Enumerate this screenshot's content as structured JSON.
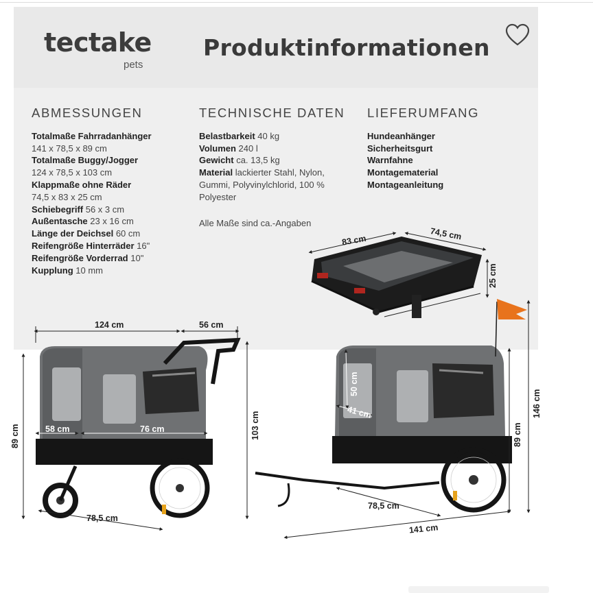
{
  "header": {
    "logo": "tectake",
    "logo_sub": "pets",
    "title": "Produktinformationen",
    "favorite_icon": "heart-outline-icon"
  },
  "columns": {
    "dimensions": {
      "heading": "ABMESSUNGEN",
      "lines": [
        {
          "bold": "Totalmaße Fahrradanhänger",
          "value": ""
        },
        {
          "bold": "",
          "value": "141 x 78,5 x 89 cm"
        },
        {
          "bold": "Totalmaße Buggy/Jogger",
          "value": ""
        },
        {
          "bold": "",
          "value": "124 x 78,5 x 103 cm"
        },
        {
          "bold": "Klappmaße ohne Räder",
          "value": ""
        },
        {
          "bold": "",
          "value": "74,5 x 83 x 25 cm"
        },
        {
          "bold": "Schiebegriff",
          "value": "56 x 3 cm"
        },
        {
          "bold": "Außentasche",
          "value": "23 x 16 cm"
        },
        {
          "bold": "Länge der Deichsel",
          "value": "60 cm"
        },
        {
          "bold": "Reifengröße Hinterräder",
          "value": "16\""
        },
        {
          "bold": "Reifengröße Vorderrad",
          "value": "10\""
        },
        {
          "bold": "Kupplung",
          "value": "10 mm"
        }
      ]
    },
    "technical": {
      "heading": "TECHNISCHE DATEN",
      "lines": [
        {
          "bold": "Belastbarkeit",
          "value": "40 kg"
        },
        {
          "bold": "Volumen",
          "value": "240 l"
        },
        {
          "bold": "Gewicht",
          "value": "ca. 13,5 kg"
        },
        {
          "bold": "Material",
          "value": "lackierter Stahl, Nylon,"
        },
        {
          "bold": "",
          "value": "Gummi, Polyvinylchlorid, 100 %"
        },
        {
          "bold": "",
          "value": "Polyester"
        }
      ],
      "note": "Alle Maße sind ca.-Angaben"
    },
    "delivery": {
      "heading": "LIEFERUMFANG",
      "lines": [
        {
          "bold": "Hundeanhänger",
          "value": ""
        },
        {
          "bold": "Sicherheitsgurt",
          "value": ""
        },
        {
          "bold": "Warnfahne",
          "value": ""
        },
        {
          "bold": "Montagematerial",
          "value": ""
        },
        {
          "bold": "Montageanleitung",
          "value": ""
        }
      ]
    }
  },
  "diagram": {
    "folded": {
      "width": "83 cm",
      "depth": "74,5 cm",
      "height": "25 cm"
    },
    "buggy": {
      "length": "124 cm",
      "handle": "56 cm",
      "height_total": "103 cm",
      "height_body": "89 cm",
      "inner_depth": "58 cm",
      "inner_length": "76 cm",
      "width": "78,5 cm"
    },
    "bike": {
      "height_flag": "146 cm",
      "height_body": "89 cm",
      "inner_height": "50 cm",
      "inner_width": "41 cm",
      "width": "78,5 cm",
      "length": "141 cm"
    },
    "colors": {
      "fabric": "#6f7173",
      "frame": "#151515",
      "mesh": "#aeb0b2",
      "flag": "#e8731c"
    }
  }
}
